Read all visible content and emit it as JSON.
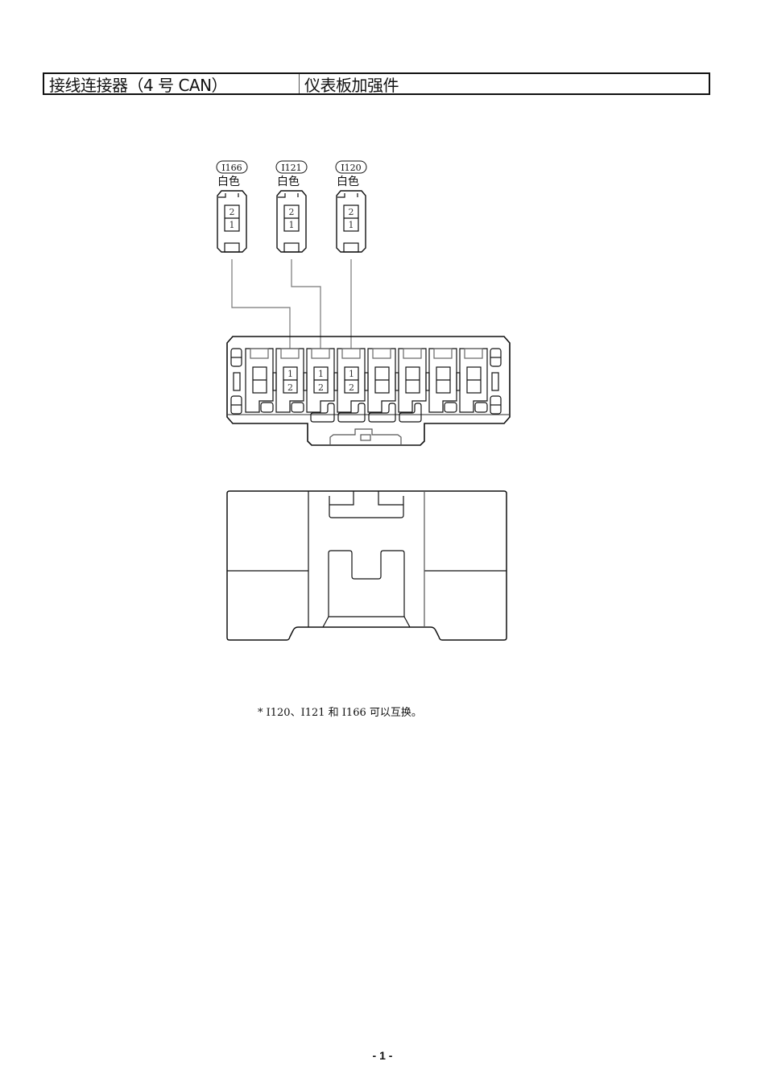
{
  "header": {
    "connector_title": "接线连接器（4 号 CAN）",
    "location": "仪表板加强件"
  },
  "connectors": [
    {
      "id": "I166",
      "color": "白色",
      "pins": [
        "2",
        "1"
      ]
    },
    {
      "id": "I121",
      "color": "白色",
      "pins": [
        "2",
        "1"
      ]
    },
    {
      "id": "I120",
      "color": "白色",
      "pins": [
        "2",
        "1"
      ]
    }
  ],
  "junction_block": {
    "slot_pins": [
      {
        "slot": 2,
        "pins": [
          "1",
          "2"
        ]
      },
      {
        "slot": 3,
        "pins": [
          "1",
          "2"
        ]
      },
      {
        "slot": 4,
        "pins": [
          "1",
          "2"
        ]
      }
    ]
  },
  "note": "* I120、I121 和 I166 可以互换。",
  "page_number": "- 1 -"
}
